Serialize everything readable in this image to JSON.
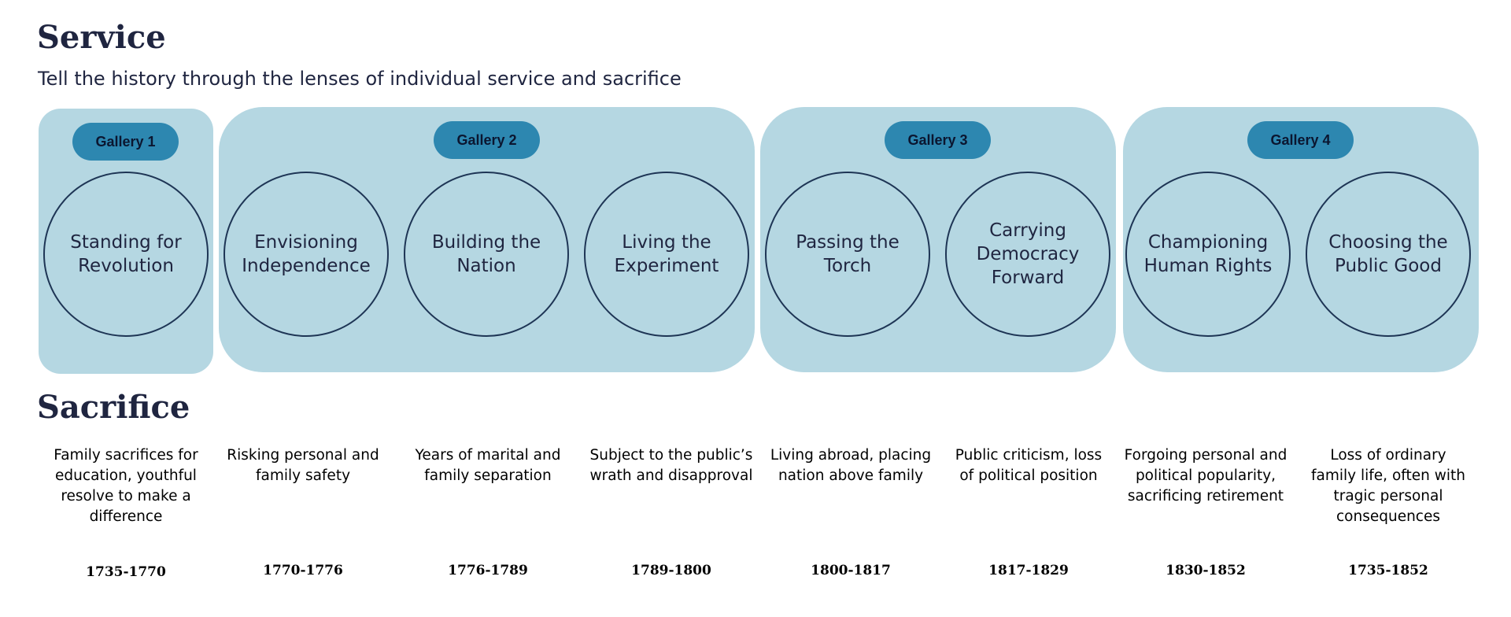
{
  "service_title": "Service",
  "subtitle": "Tell the history through the lenses of individual service and sacrifice",
  "sacrifice_title": "Sacrifice",
  "colors": {
    "gallery_bg": "#b5d7e2",
    "pill_bg": "#2d87b0",
    "text": "#1f2540",
    "circle_border": "#1e3555"
  },
  "galleries": [
    {
      "label": "Gallery 1"
    },
    {
      "label": "Gallery 2"
    },
    {
      "label": "Gallery 3"
    },
    {
      "label": "Gallery 4"
    }
  ],
  "themes": [
    {
      "label": "Standing for Revolution",
      "gallery": "Gallery 1"
    },
    {
      "label": "Envisioning Independence",
      "gallery": "Gallery 2"
    },
    {
      "label": "Building the Nation",
      "gallery": "Gallery 2"
    },
    {
      "label": "Living the Experiment",
      "gallery": "Gallery 2"
    },
    {
      "label": "Passing the Torch",
      "gallery": "Gallery 3"
    },
    {
      "label": "Carrying Democracy Forward",
      "gallery": "Gallery 3"
    },
    {
      "label": "Championing Human Rights",
      "gallery": "Gallery 4"
    },
    {
      "label": "Choosing the Public Good",
      "gallery": "Gallery 4"
    }
  ],
  "sacrifices": [
    "Family sacrifices for education, youthful resolve to make a difference",
    "Risking personal and family safety",
    "Years of marital and family separation",
    "Subject to the public’s wrath and disapproval",
    "Living abroad, placing nation above family",
    "Public criticism, loss of political position",
    "Forgoing personal and political popularity, sacrificing retirement",
    "Loss of ordinary family life, often with tragic personal consequences"
  ],
  "years": [
    "1735-1770",
    "1770-1776",
    "1776-1789",
    "1789-1800",
    "1800-1817",
    "1817-1829",
    "1830-1852",
    "1735-1852"
  ]
}
